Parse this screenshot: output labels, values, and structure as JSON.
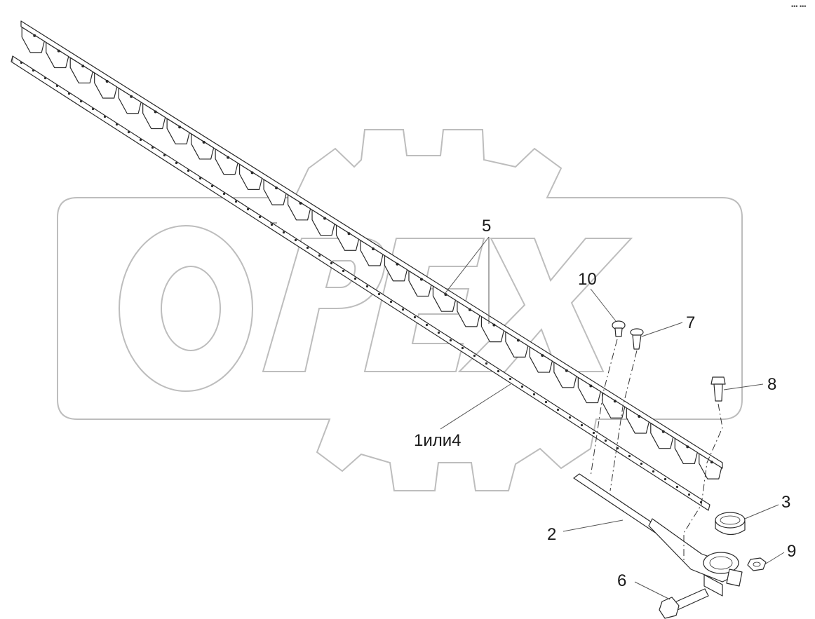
{
  "watermark": {
    "text": "OPEX",
    "color": "#bdbdbd"
  },
  "corner_mark": "••• •••",
  "callouts": [
    {
      "id": "c5",
      "text": "5"
    },
    {
      "id": "c10",
      "text": "10"
    },
    {
      "id": "c7",
      "text": "7"
    },
    {
      "id": "c8",
      "text": "8"
    },
    {
      "id": "c1",
      "text": "1или4"
    },
    {
      "id": "c3",
      "text": "3"
    },
    {
      "id": "c2",
      "text": "2"
    },
    {
      "id": "c9",
      "text": "9"
    },
    {
      "id": "c6",
      "text": "6"
    }
  ],
  "colors": {
    "line": "#2a2a2a",
    "label": "#1a1a1a",
    "watermark": "#bdbdbd"
  }
}
